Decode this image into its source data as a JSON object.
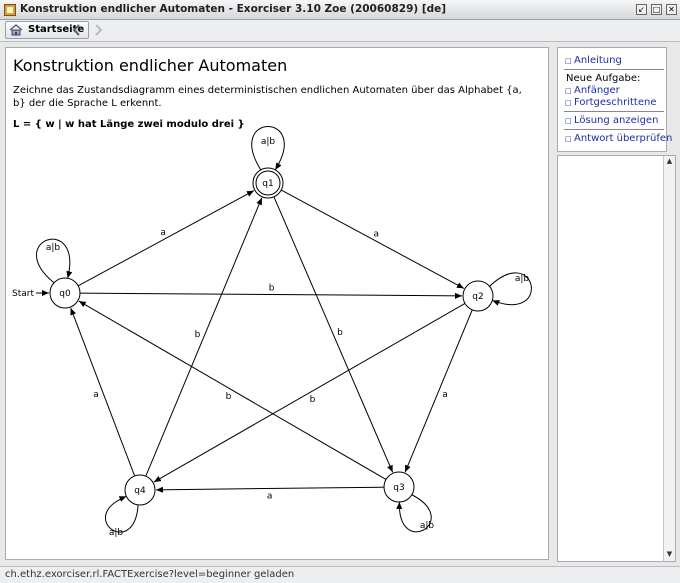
{
  "window": {
    "title": "Konstruktion endlicher Automaten - Exorciser 3.10 Zoe (20060829) [de]"
  },
  "toolbar": {
    "home_label": "Startseite"
  },
  "content": {
    "heading": "Konstruktion endlicher Automaten",
    "instruction": "Zeichne das Zustandsdiagramm eines deterministischen endlichen Automaten über das Alphabet {a, b} der die Sprache L erkennt.",
    "language": "L = { w | w hat Länge zwei modulo drei }"
  },
  "automaton": {
    "start_label": "Start",
    "states": [
      {
        "id": "q0",
        "label": "q0",
        "accepting": false,
        "start": true
      },
      {
        "id": "q1",
        "label": "q1",
        "accepting": true,
        "start": false
      },
      {
        "id": "q2",
        "label": "q2",
        "accepting": false,
        "start": false
      },
      {
        "id": "q3",
        "label": "q3",
        "accepting": false,
        "start": false
      },
      {
        "id": "q4",
        "label": "q4",
        "accepting": false,
        "start": false
      }
    ],
    "transitions": [
      {
        "from": "q0",
        "to": "q0",
        "label": "a|b"
      },
      {
        "from": "q1",
        "to": "q1",
        "label": "a|b"
      },
      {
        "from": "q2",
        "to": "q2",
        "label": "a|b"
      },
      {
        "from": "q3",
        "to": "q3",
        "label": "a|b"
      },
      {
        "from": "q4",
        "to": "q4",
        "label": "a|b"
      },
      {
        "from": "q0",
        "to": "q1",
        "label": "a"
      },
      {
        "from": "q0",
        "to": "q2",
        "label": "b"
      },
      {
        "from": "q1",
        "to": "q2",
        "label": "a"
      },
      {
        "from": "q1",
        "to": "q3",
        "label": "b"
      },
      {
        "from": "q2",
        "to": "q3",
        "label": "a"
      },
      {
        "from": "q2",
        "to": "q4",
        "label": "b"
      },
      {
        "from": "q3",
        "to": "q4",
        "label": "a"
      },
      {
        "from": "q3",
        "to": "q0",
        "label": "b"
      },
      {
        "from": "q4",
        "to": "q0",
        "label": "a"
      },
      {
        "from": "q4",
        "to": "q1",
        "label": "b"
      }
    ]
  },
  "sidebar": {
    "anleitung": "Anleitung",
    "new_task_label": "Neue Aufgabe:",
    "beginner": "Anfänger",
    "advanced": "Fortgeschrittene",
    "show_solution": "Lösung anzeigen",
    "check_answer": "Antwort überprüfen"
  },
  "status": {
    "text": "ch.ethz.exorciser.rl.FACTExercise?level=beginner geladen"
  }
}
